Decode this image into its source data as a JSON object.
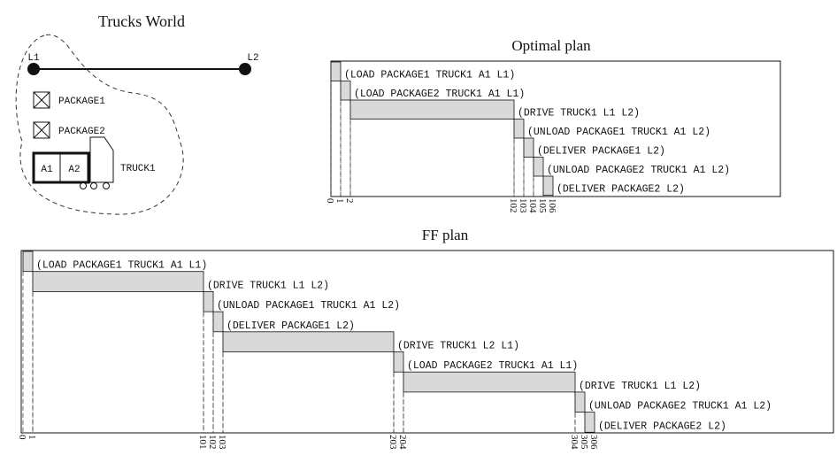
{
  "world": {
    "title": "Trucks World",
    "locations": [
      "L1",
      "L2"
    ],
    "packages": [
      "PACKAGE1",
      "PACKAGE2"
    ],
    "truck": "TRUCK1",
    "areas": [
      "A1",
      "A2"
    ]
  },
  "optimal": {
    "title": "Optimal plan",
    "actions": [
      {
        "label": "(LOAD PACKAGE1 TRUCK1 A1 L1)",
        "start": 0,
        "end": 1
      },
      {
        "label": "(LOAD PACKAGE2 TRUCK1 A1 L1)",
        "start": 1,
        "end": 2
      },
      {
        "label": "(DRIVE TRUCK1 L1 L2)",
        "start": 2,
        "end": 102
      },
      {
        "label": "(UNLOAD PACKAGE1 TRUCK1 A1 L2)",
        "start": 102,
        "end": 103
      },
      {
        "label": "(DELIVER PACKAGE1 L2)",
        "start": 103,
        "end": 104
      },
      {
        "label": "(UNLOAD PACKAGE2 TRUCK1 A1 L2)",
        "start": 104,
        "end": 105
      },
      {
        "label": "(DELIVER PACKAGE2 L2)",
        "start": 105,
        "end": 106
      }
    ],
    "ticks": [
      "0",
      "1",
      "2",
      "102",
      "103",
      "104",
      "105",
      "106"
    ]
  },
  "ff": {
    "title": "FF plan",
    "actions": [
      {
        "label": "(LOAD PACKAGE1 TRUCK1 A1 L1)",
        "start": 0,
        "end": 1
      },
      {
        "label": "(DRIVE TRUCK1 L1 L2)",
        "start": 1,
        "end": 101
      },
      {
        "label": "(UNLOAD PACKAGE1 TRUCK1 A1 L2)",
        "start": 101,
        "end": 102
      },
      {
        "label": "(DELIVER PACKAGE1 L2)",
        "start": 102,
        "end": 103
      },
      {
        "label": "(DRIVE TRUCK1 L2 L1)",
        "start": 103,
        "end": 203
      },
      {
        "label": "(LOAD PACKAGE2 TRUCK1 A1 L1)",
        "start": 203,
        "end": 204
      },
      {
        "label": "(DRIVE TRUCK1 L1 L2)",
        "start": 204,
        "end": 304
      },
      {
        "label": "(UNLOAD PACKAGE2 TRUCK1 A1 L2)",
        "start": 304,
        "end": 305
      },
      {
        "label": "(DELIVER PACKAGE2 L2)",
        "start": 305,
        "end": 306
      }
    ],
    "ticks": [
      "0",
      "1",
      "101",
      "102",
      "103",
      "203",
      "204",
      "304",
      "305",
      "306"
    ]
  },
  "colors": {
    "bar_fill": "#d9d9d9",
    "line": "#111111"
  }
}
